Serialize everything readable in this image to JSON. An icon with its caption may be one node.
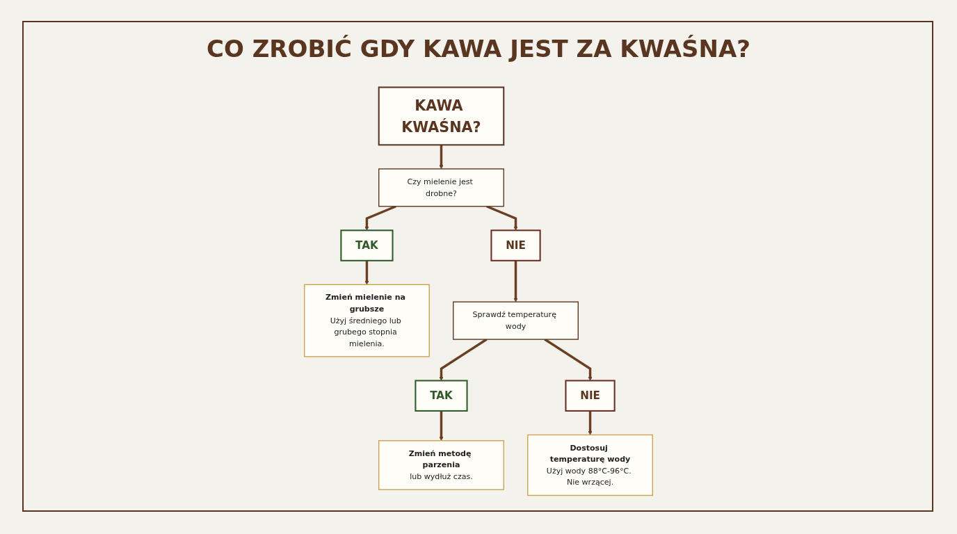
{
  "diagram": {
    "title": "CO ZROBIĆ GDY KAWA JEST ZA KWAŚNA?",
    "nodes": [
      {
        "text": [
          "KAWA KWAŚNA?"
        ]
      },
      {
        "text": [
          "Czy mielenie jest drobne?"
        ]
      },
      {
        "text": [
          "TAK"
        ]
      },
      {
        "text": [
          "NIE"
        ]
      },
      {
        "text": [
          "Zmień mielenie na grubsze",
          "Użyj średniego lub grubego stopnia mielenia."
        ]
      },
      {
        "text": [
          "Sprawdź temperaturę wody"
        ]
      },
      {
        "text": [
          "TAK"
        ]
      },
      {
        "text": [
          "NIE"
        ]
      },
      {
        "text": [
          "Zmień metodę parzenia",
          "lub wydłuż czas."
        ]
      },
      {
        "text": [
          "Dostosuj temperaturę wody",
          "Użyj wody 88°C-96°C. Nie wrzącej."
        ]
      }
    ],
    "edges": [
      {
        "from": 0,
        "to": 1,
        "arrow": "to"
      },
      {
        "from": 1,
        "to": 2,
        "arrow": "to"
      },
      {
        "from": 1,
        "to": 3,
        "arrow": "to"
      },
      {
        "from": 2,
        "to": 4,
        "arrow": "to"
      },
      {
        "from": 3,
        "to": 5,
        "arrow": "to"
      },
      {
        "from": 5,
        "to": 6,
        "arrow": "to"
      },
      {
        "from": 5,
        "to": 7,
        "arrow": "to"
      },
      {
        "from": 6,
        "to": 8,
        "arrow": "to"
      },
      {
        "from": 7,
        "to": 9,
        "arrow": "to"
      }
    ]
  }
}
